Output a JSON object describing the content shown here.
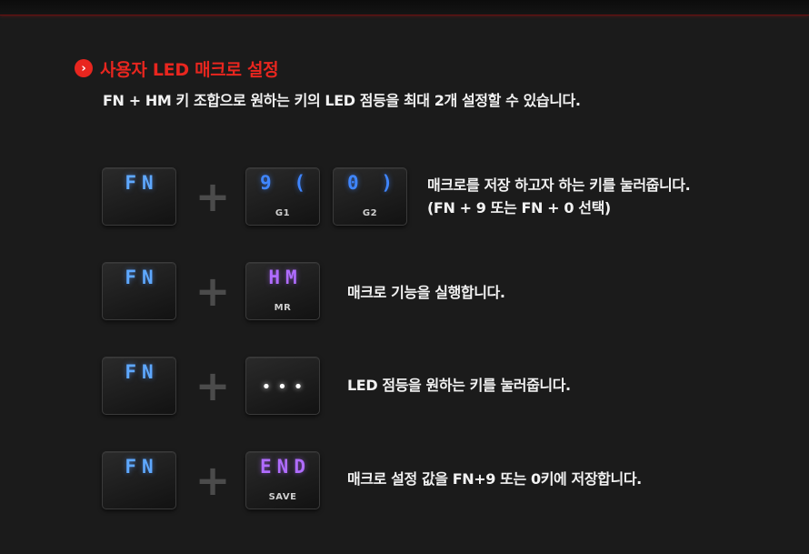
{
  "heading": {
    "icon": "chevron-right-icon",
    "title": "사용자 LED 매크로 설정",
    "subtitle": "FN + HM 키 조합으로 원하는 키의 LED 점등을 최대 2개 설정할 수 있습니다."
  },
  "plus_symbol": "+",
  "rows": [
    {
      "keys": [
        {
          "top": "FN",
          "sub": ""
        },
        {
          "top": "9 (",
          "sub": "G1"
        },
        {
          "top": "0 )",
          "sub": "G2"
        }
      ],
      "description_line1": "매크로를 저장 하고자 하는 키를 눌러줍니다.",
      "description_line2": "(FN + 9 또는 FN + 0 선택)"
    },
    {
      "keys": [
        {
          "top": "FN",
          "sub": ""
        },
        {
          "top": "HM",
          "sub": "MR"
        }
      ],
      "description_line1": "매크로 기능을 실행합니다."
    },
    {
      "keys": [
        {
          "top": "FN",
          "sub": ""
        },
        {
          "top": "•••",
          "sub": ""
        }
      ],
      "description_line1": "LED 점등을 원하는 키를 눌러줍니다."
    },
    {
      "keys": [
        {
          "top": "FN",
          "sub": ""
        },
        {
          "top": "END",
          "sub": "SAVE"
        }
      ],
      "description_line1": "매크로 설정 값을  FN+9 또는 0키에 저장합니다."
    }
  ],
  "colors": {
    "background": "#1b1b1b",
    "accent_red": "#e8261f",
    "key_blue": "#3f86ff",
    "key_purple": "#b06cff",
    "text": "#f2f2f2"
  }
}
